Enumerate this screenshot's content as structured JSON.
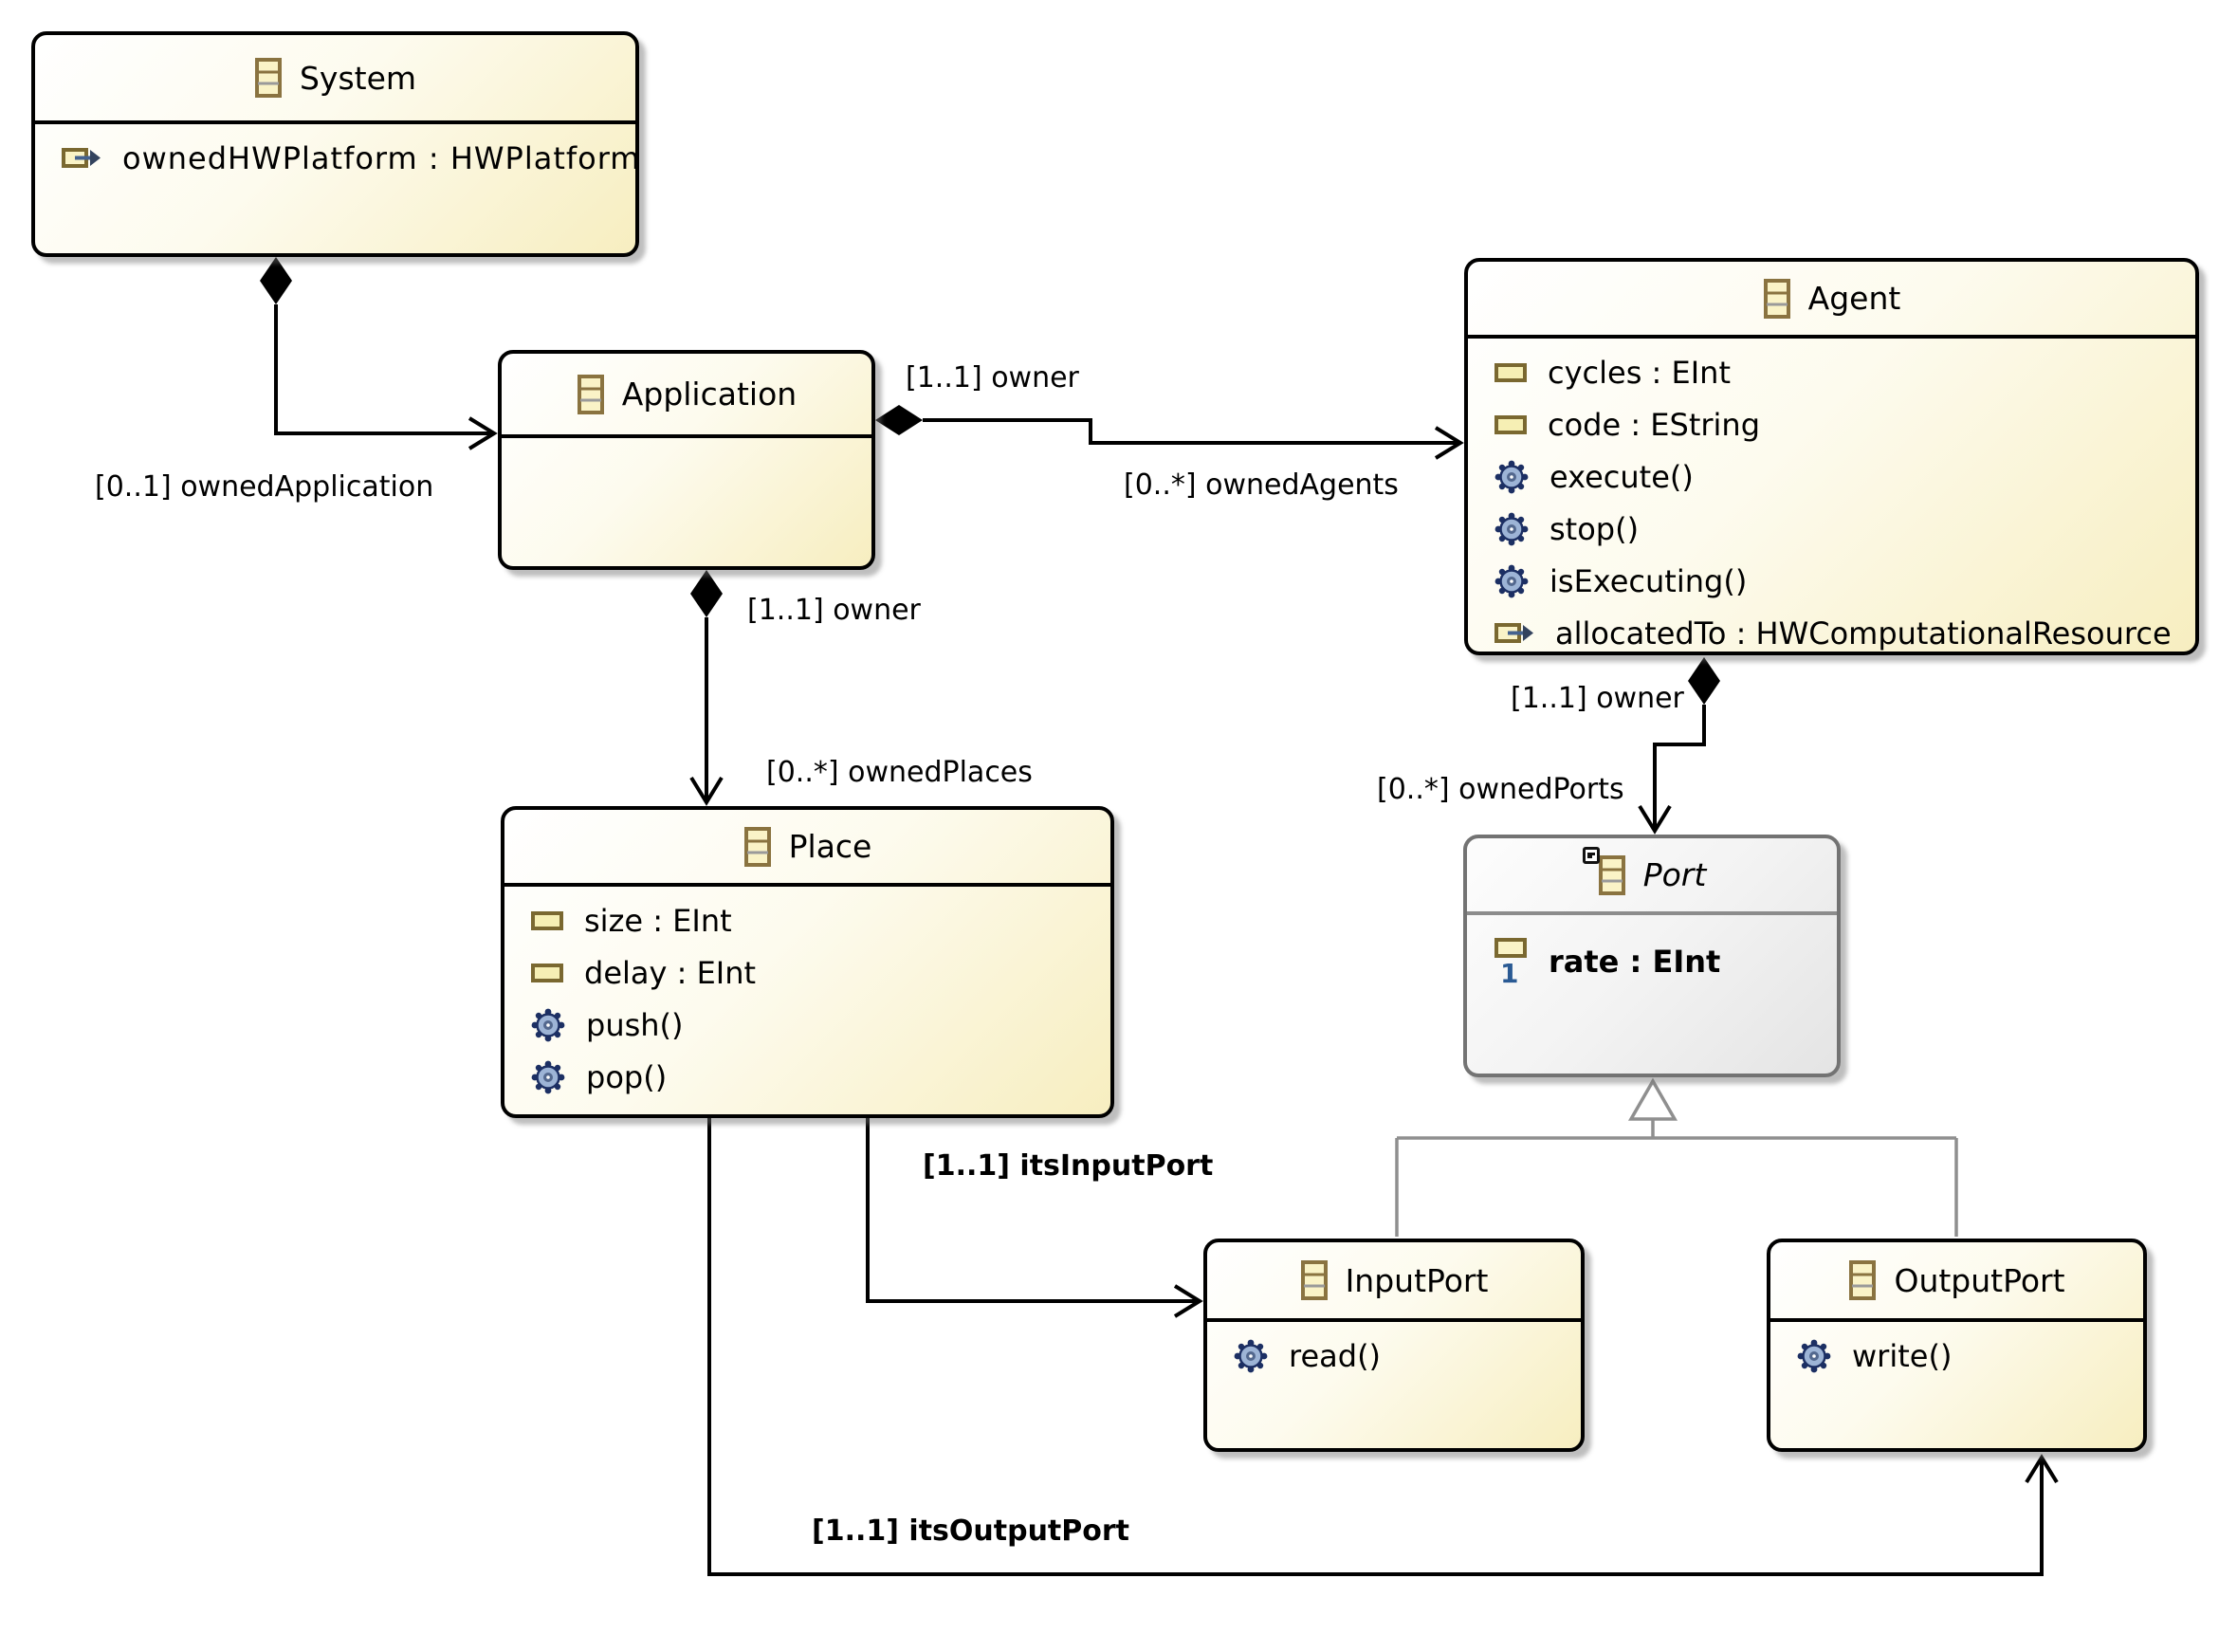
{
  "colors": {
    "class_border": "#000000",
    "class_fill_start": "#ffffff",
    "class_fill_end": "#f7eec0",
    "abstract_border": "#737373",
    "abstract_fill_end": "#e4e4e4",
    "generalization_line": "#8f8f8f",
    "edge_line": "#000000",
    "icon_border": "#7a6830",
    "icon_fill": "#faf3c7",
    "operation_icon_body": "#9db4d6",
    "operation_icon_dark": "#1c2f63",
    "reference_arrow": "#44628f",
    "required_marker_blue": "#2a5a94"
  },
  "classes": [
    {
      "name": "System",
      "members": [
        {
          "kind": "reference",
          "text": "ownedHWPlatform : HWPlatform"
        }
      ]
    },
    {
      "name": "Application",
      "members": []
    },
    {
      "name": "Agent",
      "members": [
        {
          "kind": "attribute",
          "text": "cycles : EInt"
        },
        {
          "kind": "attribute",
          "text": "code : EString"
        },
        {
          "kind": "operation",
          "text": "execute()"
        },
        {
          "kind": "operation",
          "text": "stop()"
        },
        {
          "kind": "operation",
          "text": "isExecuting()"
        },
        {
          "kind": "reference",
          "text": "allocatedTo : HWComputationalResource"
        }
      ]
    },
    {
      "name": "Place",
      "members": [
        {
          "kind": "attribute",
          "text": "size : EInt"
        },
        {
          "kind": "attribute",
          "text": "delay : EInt"
        },
        {
          "kind": "operation",
          "text": "push()"
        },
        {
          "kind": "operation",
          "text": "pop()"
        }
      ]
    },
    {
      "name": "Port",
      "abstract": true,
      "members": [
        {
          "kind": "required-attribute",
          "text": "rate : EInt"
        }
      ]
    },
    {
      "name": "InputPort",
      "members": [
        {
          "kind": "operation",
          "text": "read()"
        }
      ]
    },
    {
      "name": "OutputPort",
      "members": [
        {
          "kind": "operation",
          "text": "write()"
        }
      ]
    }
  ],
  "edge_labels": {
    "owned_application": "[0..1] ownedApplication",
    "app_agent_owner": "[1..1] owner",
    "owned_agents": "[0..*] ownedAgents",
    "app_place_owner": "[1..1] owner",
    "owned_places": "[0..*] ownedPlaces",
    "agent_port_owner": "[1..1] owner",
    "owned_ports": "[0..*] ownedPorts",
    "its_input_port": "[1..1] itsInputPort",
    "its_output_port": "[1..1] itsOutputPort"
  }
}
